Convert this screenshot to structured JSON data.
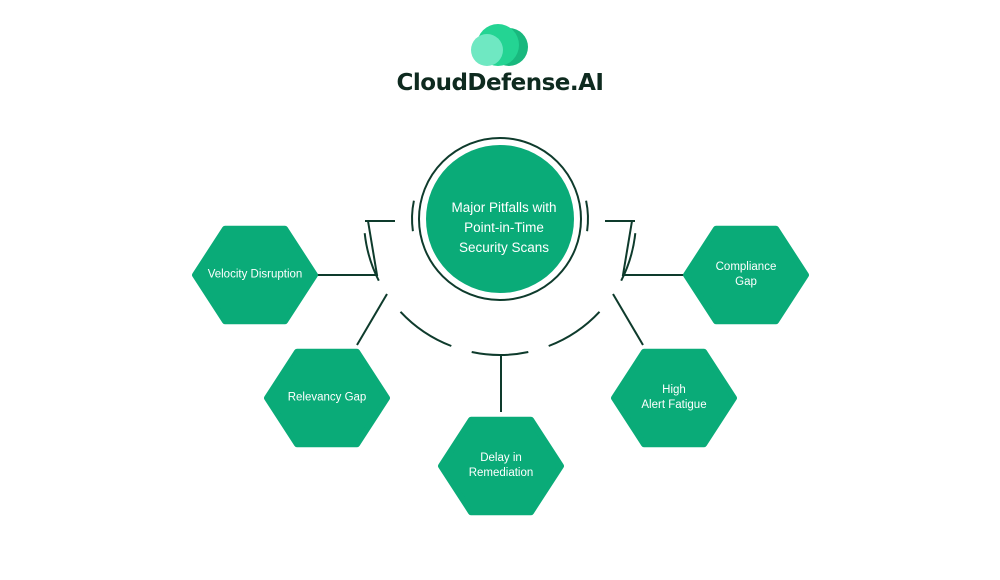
{
  "brand": {
    "name": "CloudDefense.AI",
    "text_color": "#0e2a1f",
    "logo_colors": [
      "#19b87e",
      "#24d493",
      "#6fe8c2"
    ]
  },
  "colors": {
    "primary": "#0aab78",
    "line": "#0e3b2c",
    "text_on_primary": "#ffffff"
  },
  "center": {
    "lines": [
      "Major Pitfalls with",
      "Point-in-Time",
      "Security Scans"
    ]
  },
  "pitfalls": [
    {
      "id": "velocity-disruption",
      "lines": [
        "Velocity Disruption"
      ]
    },
    {
      "id": "relevancy-gap",
      "lines": [
        "Relevancy Gap"
      ]
    },
    {
      "id": "delay-in-remediation",
      "lines": [
        "Delay in",
        "Remediation"
      ]
    },
    {
      "id": "high-alert-fatigue",
      "lines": [
        "High",
        "Alert Fatigue"
      ]
    },
    {
      "id": "compliance-gap",
      "lines": [
        "Compliance",
        "Gap"
      ]
    }
  ]
}
